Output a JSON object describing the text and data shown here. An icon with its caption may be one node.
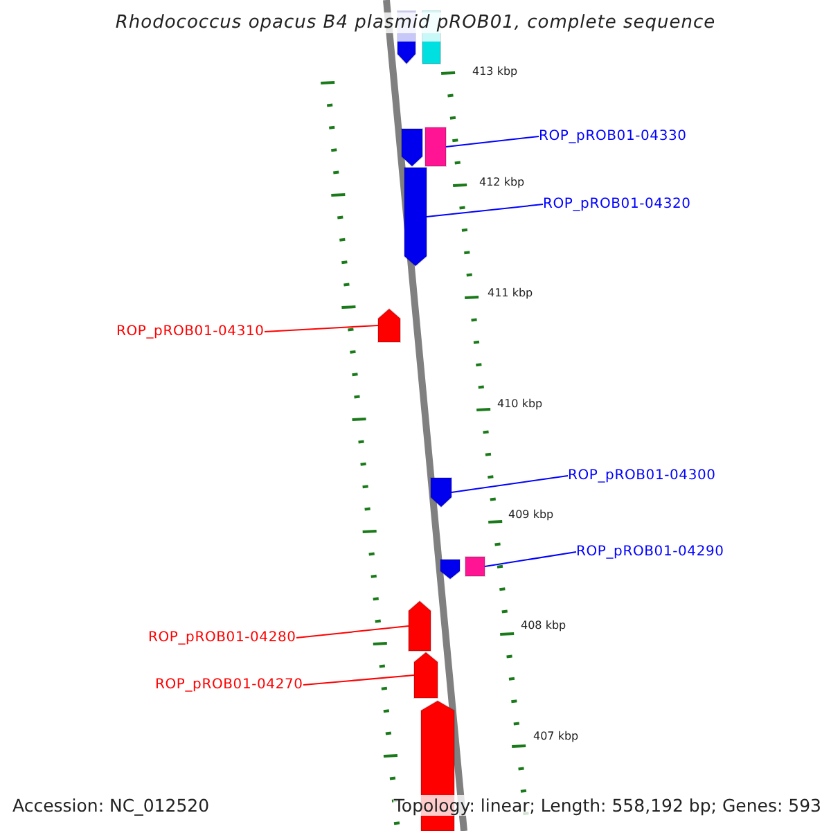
{
  "diagram": {
    "title": "Rhodococcus opacus B4 plasmid pROB01, complete sequence",
    "nodes": [
      {
        "text": [
          "ROP_pROB01-04330"
        ]
      },
      {
        "text": [],
        "shape": "box"
      },
      {
        "text": [
          "ROP_pROB01-04320"
        ]
      },
      {
        "text": [],
        "shape": "arrow"
      },
      {
        "text": [
          "ROP_pROB01-04310"
        ]
      },
      {
        "text": [],
        "shape": "arrow"
      },
      {
        "text": [
          "ROP_pROB01-04300"
        ]
      },
      {
        "text": [],
        "shape": "arrow"
      },
      {
        "text": [
          "ROP_pROB01-04290"
        ]
      },
      {
        "text": [],
        "shape": "box"
      },
      {
        "text": [
          "ROP_pROB01-04280"
        ]
      },
      {
        "text": [],
        "shape": "arrow"
      },
      {
        "text": [
          "ROP_pROB01-04270"
        ]
      },
      {
        "text": [],
        "shape": "arrow"
      },
      {
        "text": [],
        "shape": "arrow"
      },
      {
        "text": [],
        "shape": "box"
      },
      {
        "text": [],
        "shape": "arrow"
      },
      {
        "text": [],
        "shape": "arrow"
      },
      {
        "text": [],
        "shape": "arrow"
      }
    ],
    "edges": [
      {
        "from": 0,
        "to": 1,
        "arrow": "none"
      },
      {
        "from": 2,
        "to": 3,
        "arrow": "none"
      },
      {
        "from": 4,
        "to": 5,
        "arrow": "none",
        "color": "#ff0000"
      },
      {
        "from": 6,
        "to": 7,
        "arrow": "none"
      },
      {
        "from": 8,
        "to": 9,
        "arrow": "none"
      },
      {
        "from": 10,
        "to": 11,
        "arrow": "none",
        "color": "#ff0000"
      },
      {
        "from": 12,
        "to": 13,
        "arrow": "none",
        "color": "#ff0000"
      }
    ],
    "labels": [
      "413 kbp",
      "412 kbp",
      "411 kbp",
      "410 kbp",
      "409 kbp",
      "408 kbp",
      "407 kbp",
      "Accession: NC_012520",
      "Topology: linear; Length: 558,192 bp; Genes: 593"
    ]
  }
}
